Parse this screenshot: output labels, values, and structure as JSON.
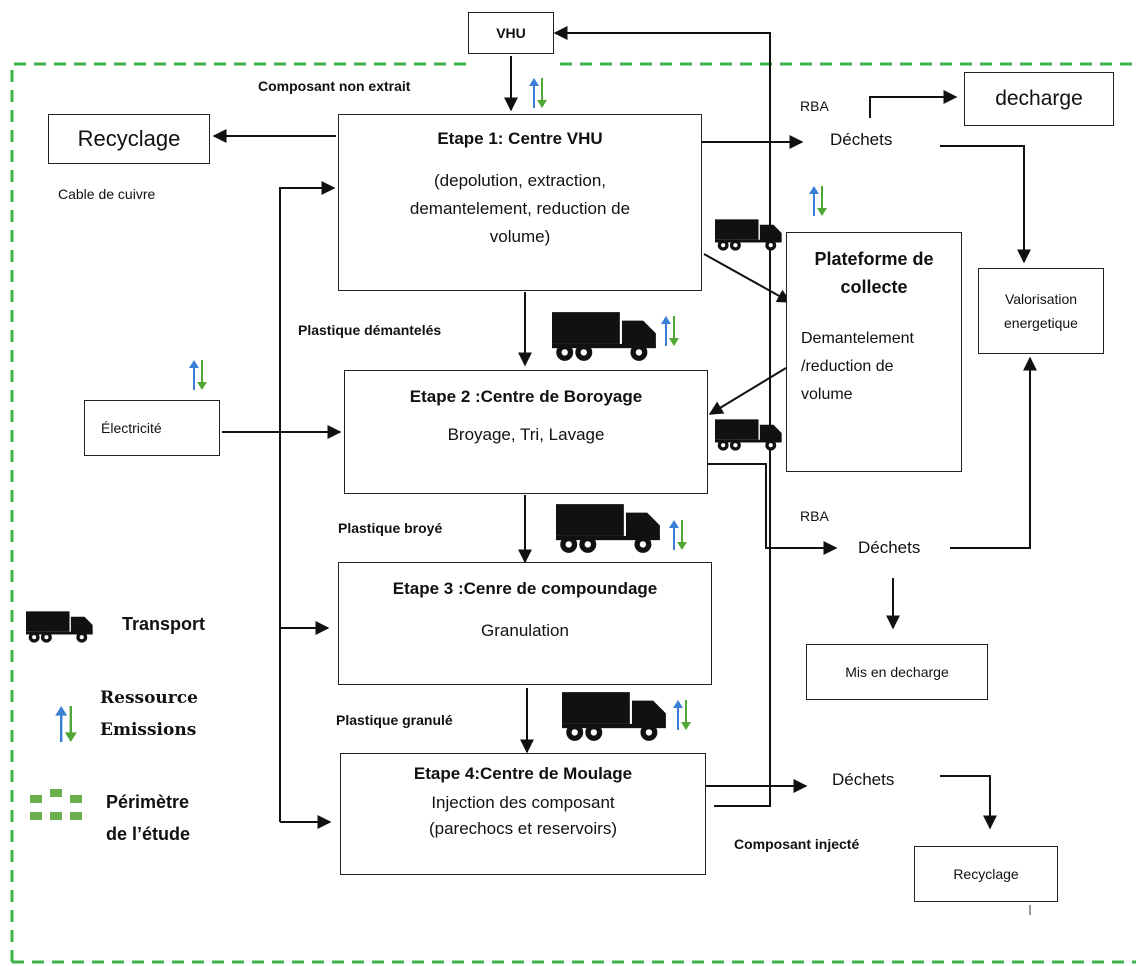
{
  "nodes": {
    "vhu": "VHU",
    "recyclage_top": "Recyclage",
    "decharge": "decharge",
    "etape1": {
      "title": "Etape 1: Centre VHU",
      "l1": "(depolution, extraction,",
      "l2": "demantelement, reduction de",
      "l3": "volume)"
    },
    "plateforme": {
      "title1": "Plateforme de",
      "title2": "collecte",
      "l1": "Demantelement",
      "l2": "/reduction de",
      "l3": "volume"
    },
    "valorisation": {
      "l1": "Valorisation",
      "l2": "energetique"
    },
    "electricite": "Électricité",
    "etape2": {
      "title": "Etape 2 :Centre de Boroyage",
      "sub": "Broyage, Tri, Lavage"
    },
    "etape3": {
      "title": "Etape 3 :Cenre de compoundage",
      "sub": "Granulation"
    },
    "etape4": {
      "title": "Etape 4:Centre de Moulage",
      "l1": "Injection des composant",
      "l2": "(parechocs et reservoirs)"
    },
    "mis_en_decharge": "Mis en decharge",
    "recyclage_bottom": "Recyclage"
  },
  "labels": {
    "composant_non_extrait": "Composant non extrait",
    "cable_de_cuivre": "Cable de cuivre",
    "rba_top": "RBA",
    "dechets_top": "Déchets",
    "plastique_demanteles": "Plastique démantelés",
    "plastique_broye": "Plastique broyé",
    "rba_mid": "RBA",
    "dechets_mid": "Déchets",
    "plastique_granule": "Plastique granulé",
    "dechets_bottom": "Déchets",
    "composant_injecte": "Composant injecté"
  },
  "legend": {
    "transport": "Transport",
    "ressource": "Ressource",
    "emissions": "Emissions",
    "perimetre1": "Périmètre",
    "perimetre2": "de l’étude"
  },
  "colors": {
    "perimeter_dash": "#3cb34a",
    "arrow_up": "#3a7fd5",
    "arrow_down": "#4fa836",
    "legend_square": "#6ab04c",
    "line": "#111111"
  }
}
